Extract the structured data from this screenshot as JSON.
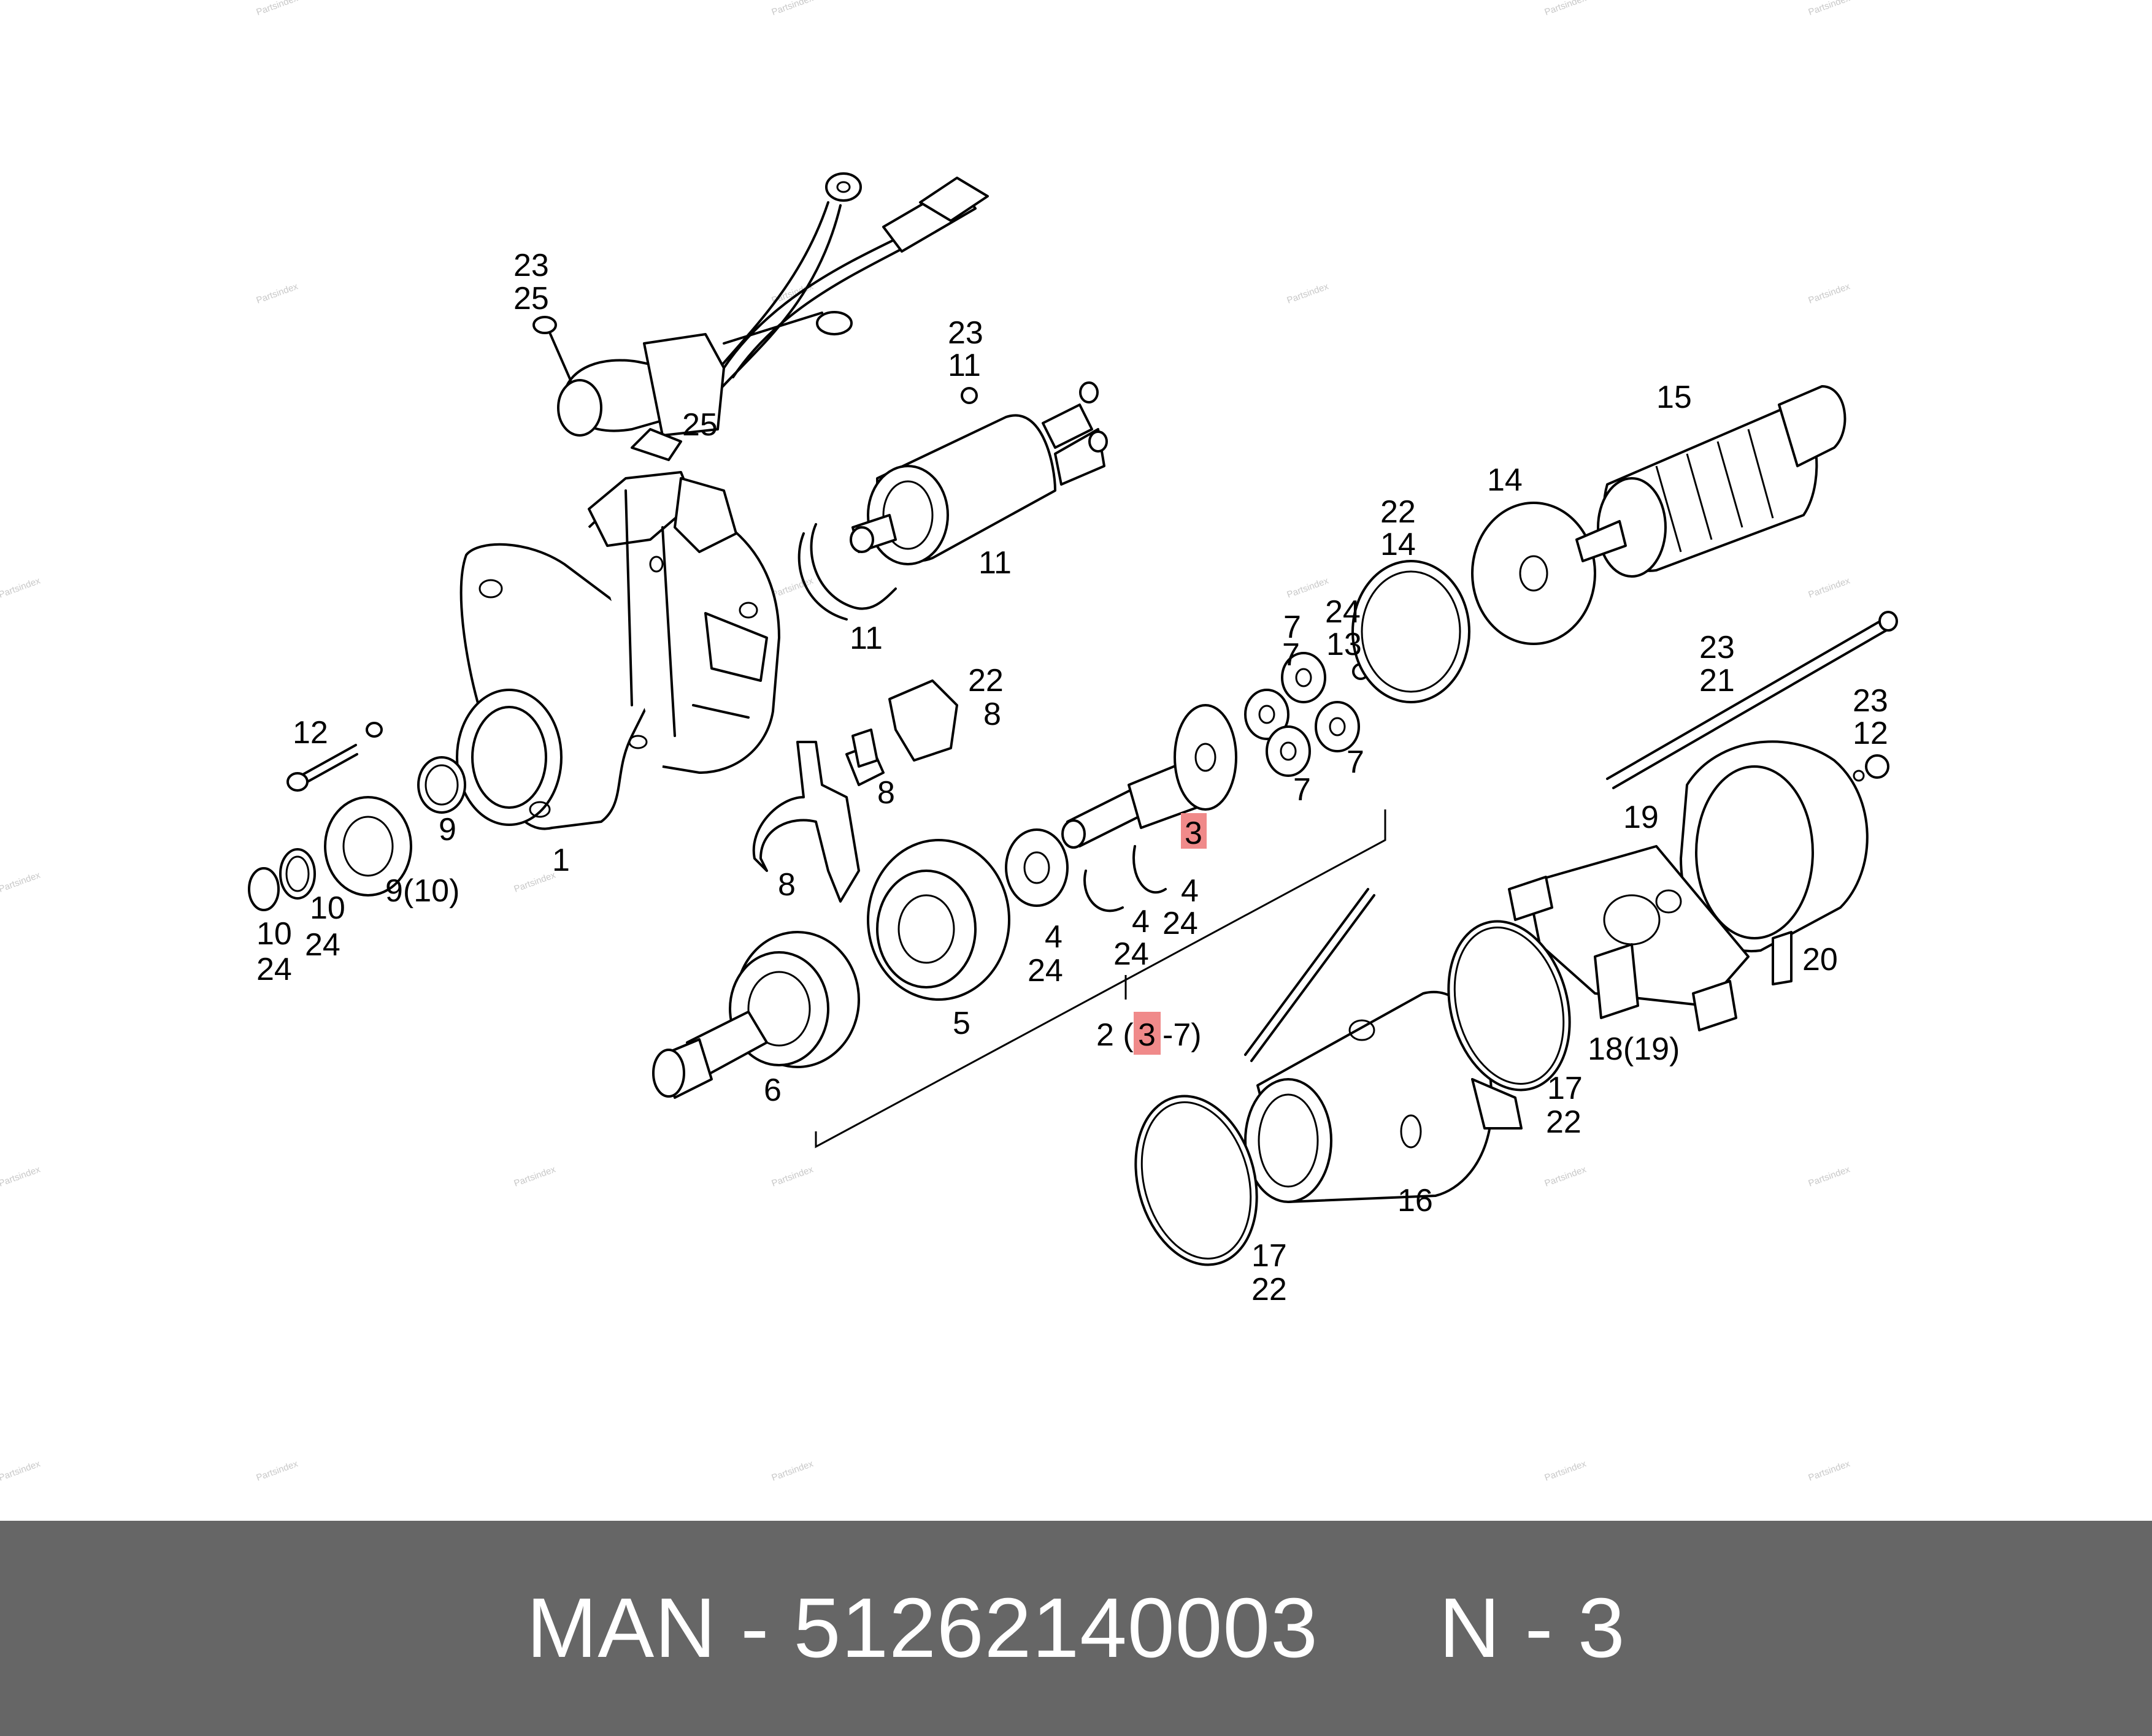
{
  "footer": {
    "brand": "MAN",
    "separator": "-",
    "part_number": "51262140003",
    "position_code": "N - 3"
  },
  "watermark": "Partsindex",
  "accent_color": "#f08a8a",
  "footer_color": "#666666",
  "callouts": [
    {
      "id": "c-23-a",
      "text": "23"
    },
    {
      "id": "c-25-a",
      "text": "25"
    },
    {
      "id": "c-25-b",
      "text": "25"
    },
    {
      "id": "c-23-b",
      "text": "23"
    },
    {
      "id": "c-11-a",
      "text": "11"
    },
    {
      "id": "c-11-b",
      "text": "11"
    },
    {
      "id": "c-11-c",
      "text": "11"
    },
    {
      "id": "c-15",
      "text": "15"
    },
    {
      "id": "c-22-a",
      "text": "22"
    },
    {
      "id": "c-14-a",
      "text": "14"
    },
    {
      "id": "c-14-b",
      "text": "14"
    },
    {
      "id": "c-7-a",
      "text": "7"
    },
    {
      "id": "c-7-b",
      "text": "7"
    },
    {
      "id": "c-24-a",
      "text": "24"
    },
    {
      "id": "c-13",
      "text": "13"
    },
    {
      "id": "c-7-c",
      "text": "7"
    },
    {
      "id": "c-7-d",
      "text": "7"
    },
    {
      "id": "c-23-c",
      "text": "23"
    },
    {
      "id": "c-21",
      "text": "21"
    },
    {
      "id": "c-23-d",
      "text": "23"
    },
    {
      "id": "c-12-a",
      "text": "12"
    },
    {
      "id": "c-12-b",
      "text": "12"
    },
    {
      "id": "c-22-b",
      "text": "22"
    },
    {
      "id": "c-8-a",
      "text": "8"
    },
    {
      "id": "c-8-b",
      "text": "8"
    },
    {
      "id": "c-8-c",
      "text": "8"
    },
    {
      "id": "c-9-a",
      "text": "9"
    },
    {
      "id": "c-9-10",
      "text": "9(10)"
    },
    {
      "id": "c-1",
      "text": "1"
    },
    {
      "id": "c-10-a",
      "text": "10"
    },
    {
      "id": "c-24-b",
      "text": "24"
    },
    {
      "id": "c-10-b",
      "text": "10"
    },
    {
      "id": "c-24-c",
      "text": "24"
    },
    {
      "id": "c-4-a",
      "text": "4"
    },
    {
      "id": "c-24-d",
      "text": "24"
    },
    {
      "id": "c-4-b",
      "text": "4"
    },
    {
      "id": "c-24-e",
      "text": "24"
    },
    {
      "id": "c-4-c",
      "text": "4"
    },
    {
      "id": "c-24-f",
      "text": "24"
    },
    {
      "id": "c-5",
      "text": "5"
    },
    {
      "id": "c-6",
      "text": "6"
    },
    {
      "id": "c-19",
      "text": "19"
    },
    {
      "id": "c-20",
      "text": "20"
    },
    {
      "id": "c-18-19",
      "text": "18(19)"
    },
    {
      "id": "c-17-a",
      "text": "17"
    },
    {
      "id": "c-22-c",
      "text": "22"
    },
    {
      "id": "c-16",
      "text": "16"
    },
    {
      "id": "c-17-b",
      "text": "17"
    },
    {
      "id": "c-22-d",
      "text": "22"
    }
  ],
  "highlight": {
    "part": "3",
    "range_prefix": "2 (",
    "range_suffix": "-7)"
  }
}
